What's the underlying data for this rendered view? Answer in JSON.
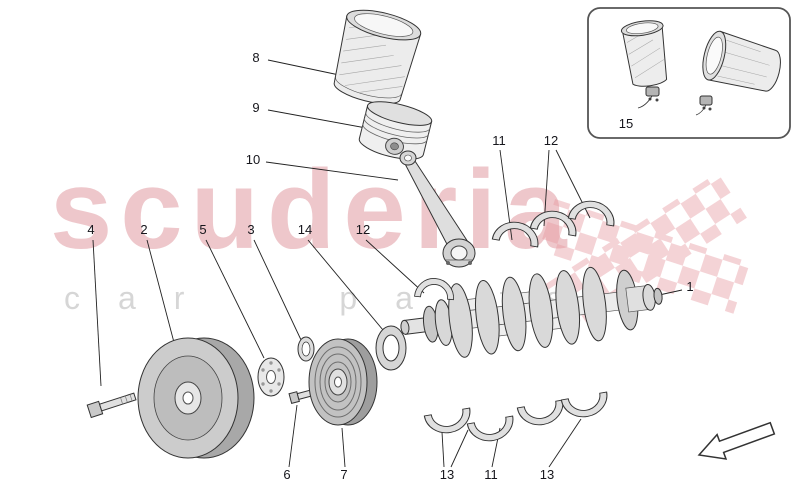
{
  "watermark": {
    "title": "scuderia",
    "subtitle": "car parts",
    "title_color": "#de8f97",
    "checker_color": "#e7989f"
  },
  "callouts": [
    {
      "label": "8"
    },
    {
      "label": "9"
    },
    {
      "label": "10"
    },
    {
      "label": "11"
    },
    {
      "label": "12"
    },
    {
      "label": "4"
    },
    {
      "label": "2"
    },
    {
      "label": "5"
    },
    {
      "label": "3"
    },
    {
      "label": "14"
    },
    {
      "label": "12"
    },
    {
      "label": "1"
    },
    {
      "label": "6"
    },
    {
      "label": "7"
    },
    {
      "label": "13"
    },
    {
      "label": "11"
    },
    {
      "label": "13"
    },
    {
      "label": "15"
    }
  ]
}
